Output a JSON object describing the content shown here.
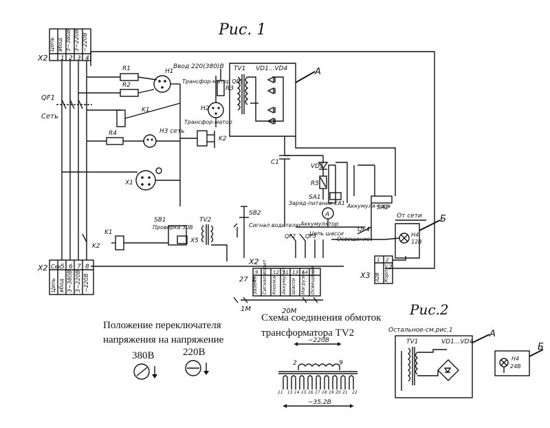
{
  "figure1": {
    "title": "Рис. 1",
    "block_a": "А",
    "block_b": "Б",
    "terminal_top": {
      "id": "X2",
      "header": "Цепь",
      "rows": [
        "1",
        "2",
        "3",
        "4"
      ],
      "labels": [
        "вбод",
        "3~380В",
        "3~220В",
        "~220В"
      ]
    },
    "terminal_bottom": {
      "id": "X2",
      "header": "Цепь",
      "rows": [
        "Сек",
        "5",
        "6",
        "7",
        "8"
      ],
      "labels": [
        "Цепь",
        "вбод",
        "3~380В",
        "3~220В",
        "~220В"
      ]
    },
    "components": {
      "qf1": "QF1",
      "set": "Сеть",
      "r1": "R1",
      "r2": "R2",
      "r3": "R3",
      "r4": "R4",
      "r5": "R5",
      "h1": "H1",
      "h2": "H2",
      "h3": "Н3 сеть",
      "h4": "H4",
      "h4v": "12В",
      "k1": "K1",
      "k1b": "K1",
      "k2": "K2",
      "k2b": "K2",
      "x1": "X1",
      "x5": "X5",
      "tv1": "TV1",
      "vd": "VD1...VD4",
      "tv2": "TV2",
      "vvod": "Ввод 220(380)В",
      "trans_qf5": "Трансфор-матор QF5",
      "transform": "Трансфор-матор",
      "c1": "C1",
      "vd5": "VD5",
      "sa1": "SA1",
      "sa2": "SA2",
      "sb1": "SB1",
      "sb2": "SB2",
      "ea1": "A",
      "zaryad": "Заряд-питание EA1",
      "akkum": "Аккумуля-тора",
      "akk2": "Аккумулятор",
      "qf2": "QF2",
      "qf3": "QF3",
      "qf4": "QF4",
      "cep_shassi": "Цепь шасси",
      "osv": "Освещение",
      "ot_seti": "От сети",
      "proverka": "Проверка 30В",
      "signal": "Сигнал водителю",
      "x2_mid": "X2",
      "x3": "X3",
      "x3_a": "А2В",
      "x3_b": "Корпус",
      "x3_r": "2",
      "num_27": "27",
      "num_1": "1",
      "x3_nums": [
        "1",
        "2"
      ],
      "strip_labels": [
        "Заземл",
        "Сигнал водит",
        "Кнопка",
        "Аккумулят",
        "Шасси",
        "Нагрузка",
        "Освещение"
      ],
      "strip_nums": [
        "27",
        "1",
        "9",
        "12",
        "11",
        "13",
        "14",
        "9"
      ],
      "m1": "1М",
      "m20": "20М"
    }
  },
  "switch_section": {
    "title_l1": "Положение переключателя",
    "title_l2": "напряжения на напряжение",
    "v380": "380В",
    "v220": "220В"
  },
  "tv2_section": {
    "title_l1": "Схема соединения обмоток",
    "title_l2": "трансформатора TV2",
    "top_voltage": "~220В",
    "top_left": "2",
    "top_right": "9",
    "bottom_nums": [
      "11",
      "13",
      "14",
      "15",
      "16",
      "17",
      "18",
      "19",
      "20",
      "21",
      "22"
    ],
    "bottom_voltage": "~35,2В"
  },
  "figure2": {
    "title": "Рис.2",
    "note": "Остальное-см.рис.1",
    "block_a": "А",
    "block_b": "Б",
    "tv1": "TV1",
    "vd": "VD1...VD4",
    "h4": "H4",
    "h4v": "24В"
  }
}
